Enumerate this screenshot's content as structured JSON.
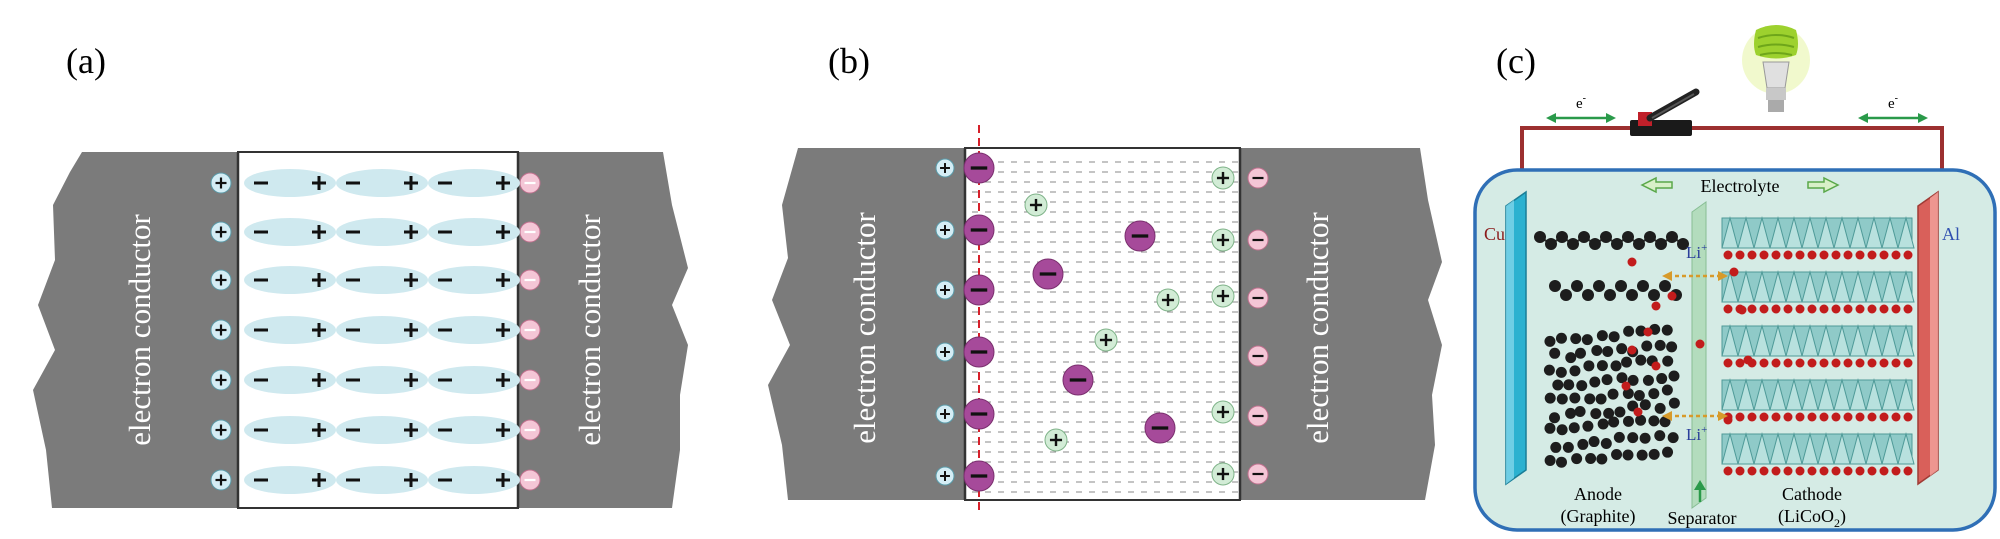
{
  "panels": [
    {
      "label": "(a)",
      "conductor_left": "electron conductor",
      "conductor_right": "electron conductor"
    },
    {
      "label": "(b)",
      "conductor_left": "electron conductor",
      "conductor_right": "electron conductor"
    },
    {
      "label": "(c)"
    }
  ],
  "battery": {
    "electron_left": "e",
    "electron_right": "e",
    "electron_superscript": "-",
    "electrolyte": "Electrolyte",
    "cu": "Cu",
    "al": "Al",
    "li_top": "Li",
    "li_bottom": "Li",
    "li_superscript": "+",
    "anode": "Anode",
    "anode_sub": "(Graphite)",
    "separator": "Separator",
    "cathode": "Cathode",
    "cathode_sub_pre": "(LiCoO",
    "cathode_sub_num": "2",
    "cathode_sub_post": ")"
  },
  "colors": {
    "conductor": "#7b7b7b",
    "dipole": "#cfe9ef",
    "cation": "#d4edf5",
    "anion_small": "#f4c6d6",
    "anion_large": "#a64a9a",
    "cation_b": "#d2ecd6",
    "cell_fill": "#d5ebe5",
    "cell_border": "#2f6fb6",
    "cu_electrode": "#2bb1d0",
    "al_electrode": "#d9605a",
    "wire": "#9c3030"
  },
  "icons": [
    "switch-icon",
    "light-bulb-icon"
  ]
}
